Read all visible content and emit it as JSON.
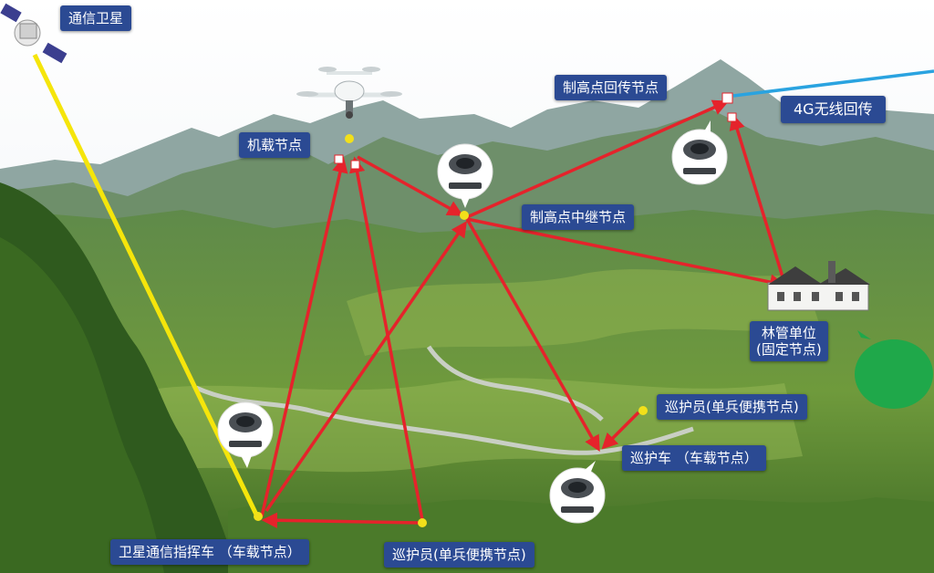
{
  "labels": {
    "satellite": "通信卫星",
    "drone": "机载节点",
    "peak_return": "制高点回传节点",
    "wireless_4g": "4G无线回传",
    "peak_relay": "制高点中继节点",
    "forest_unit_line1": "林管单位",
    "forest_unit_line2": "(固定节点)",
    "ranger_right": "巡护员(单兵便携节点)",
    "patrol_car": "巡护车 （车载节点）",
    "command_vehicle": "卫星通信指挥车 （车载节点）",
    "ranger_bottom": "巡护员(单兵便携节点)"
  },
  "colors": {
    "link_red": "#e5232b",
    "satellite_link_yellow": "#f5e50b",
    "wireless_4g_blue": "#2aa3e0",
    "label_bg": "#2b4a93",
    "node_dot": "#f2e01a",
    "green_circle": "#1fa84a"
  },
  "icons": [
    "satellite-icon",
    "drone-icon",
    "camera-icon",
    "house-icon"
  ]
}
